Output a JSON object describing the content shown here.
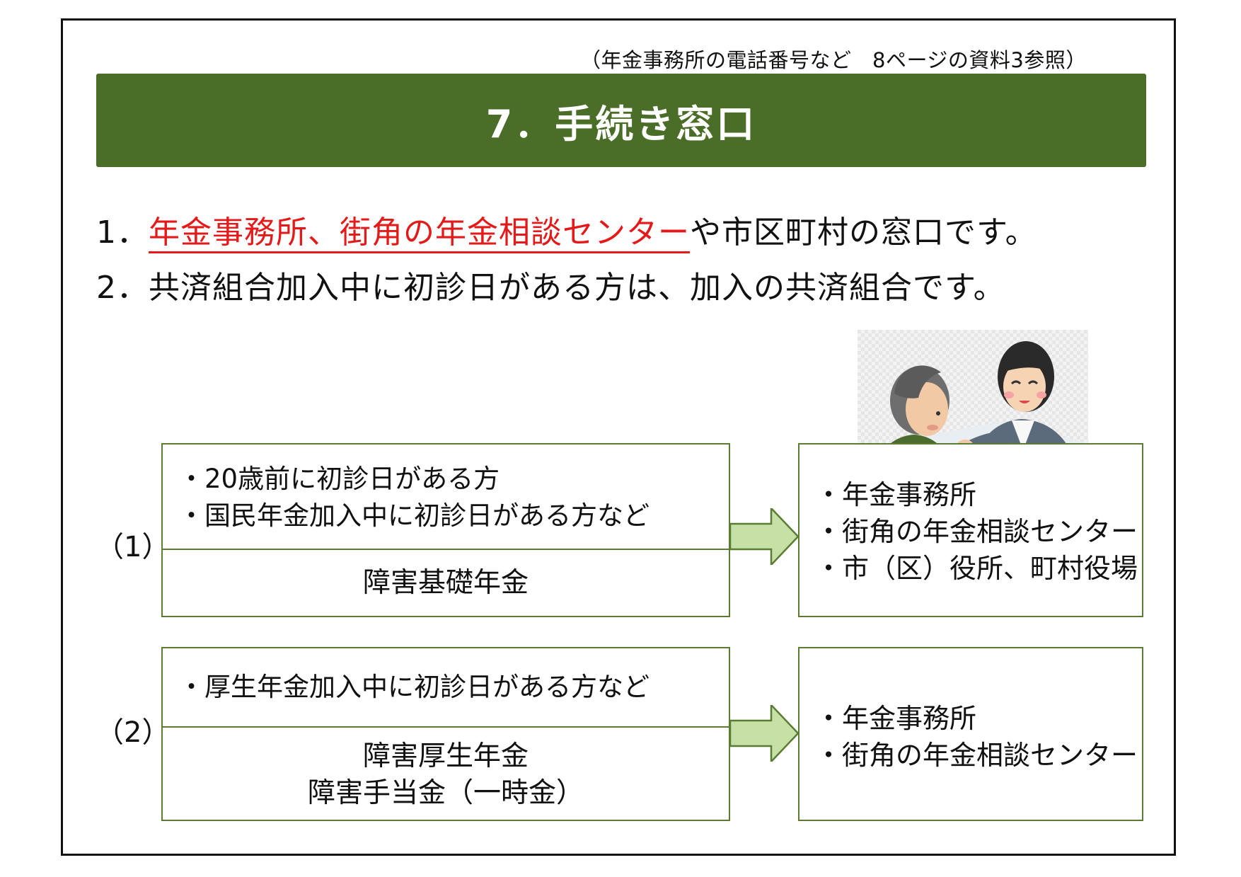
{
  "header": {
    "ref_note": "（年金事務所の電話番号など　8ページの資料3参照）",
    "title": "7．手続き窓口"
  },
  "intro": {
    "line1_num": "1．",
    "line1_highlight": "年金事務所、街角の年金相談センター",
    "line1_rest": "や市区町村の窓口です。",
    "line2": "2．共済組合加入中に初診日がある方は、加入の共済組合です。"
  },
  "rows": [
    {
      "label": "（1）",
      "conditions": [
        "・20歳前に初診日がある方",
        "・国民年金加入中に初診日がある方など"
      ],
      "benefits": [
        "障害基礎年金"
      ],
      "offices": [
        "・年金事務所",
        "・街角の年金相談センター",
        "・市（区）役所、町村役場"
      ]
    },
    {
      "label": "（2）",
      "conditions": [
        "・厚生年金加入中に初診日がある方など"
      ],
      "benefits": [
        "障害厚生年金",
        "障害手当金（一時金）"
      ],
      "offices": [
        "・年金事務所",
        "・街角の年金相談センター"
      ]
    }
  ],
  "colors": {
    "title_bg": "#4a6e27",
    "highlight": "#e41a1a",
    "box_border": "#5a7d33",
    "arrow_fill": "#c6e0a6"
  },
  "icons": [
    "consultation-illustration-icon",
    "right-arrow-icon"
  ]
}
